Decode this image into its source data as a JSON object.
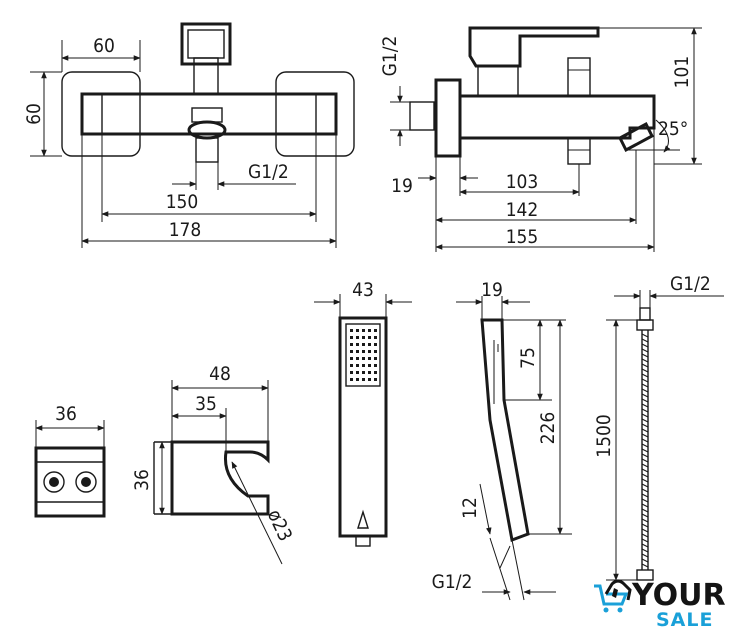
{
  "dimensions": {
    "front_width_top": "60",
    "front_height_left": "60",
    "front_thread": "G1/2",
    "front_150": "150",
    "front_178": "178",
    "side_thread": "G1/2",
    "side_height": "101",
    "side_angle": "25°",
    "side_19": "19",
    "side_103": "103",
    "side_142": "142",
    "side_155": "155",
    "block_width": "36",
    "holder_48": "48",
    "holder_35": "35",
    "holder_36": "36",
    "holder_diameter": "ø23",
    "shower_width": "43",
    "shower_side_19": "19",
    "shower_75": "75",
    "shower_226": "226",
    "shower_12": "12",
    "shower_thread": "G1/2",
    "hose_thread": "G1/2",
    "hose_length": "1500"
  },
  "logo": {
    "word_your": "YOUR",
    "word_sale": "SALE",
    "colors": {
      "dark": "#141414",
      "accent": "#1aa0d8"
    },
    "icon": "shopping-cart-hand-icon"
  }
}
